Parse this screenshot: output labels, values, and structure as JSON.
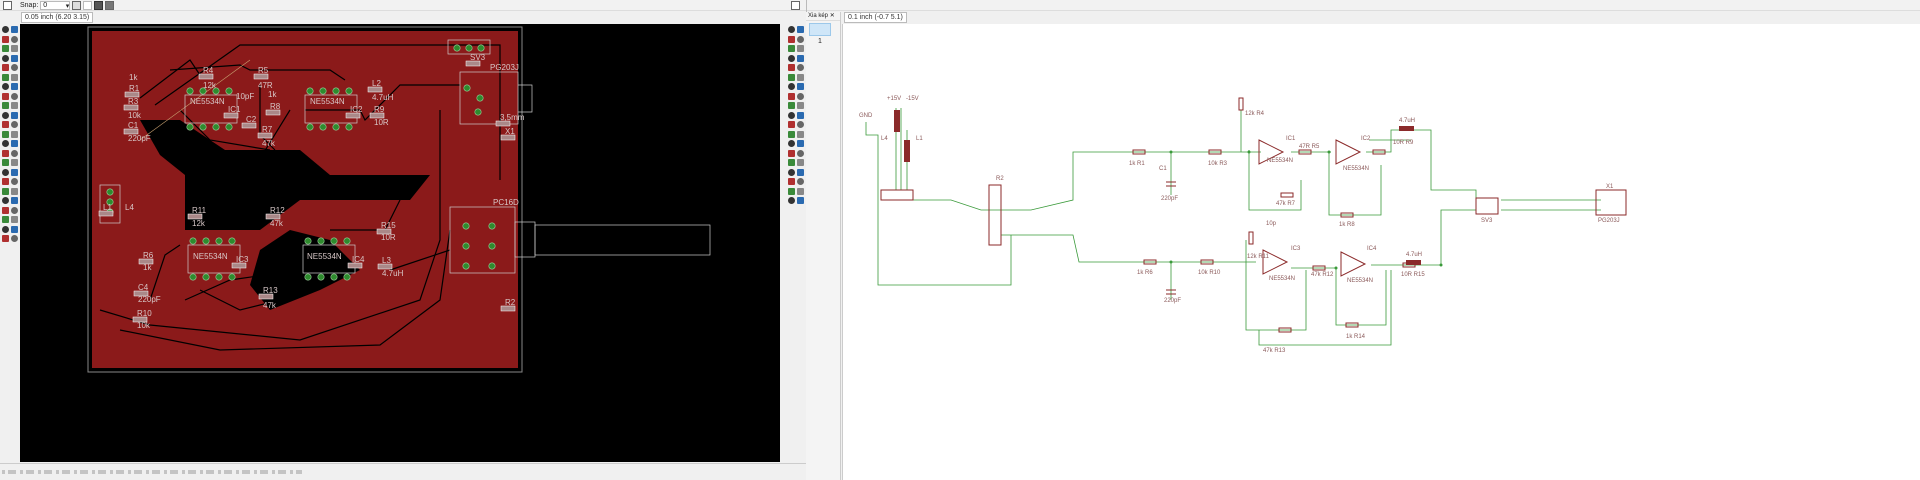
{
  "toolbar": {
    "snap_label": "Snap:",
    "snap_value": "0"
  },
  "pcb": {
    "coord_readout": "0.05 inch (6.20 3.15)",
    "parts": [
      {
        "name": "R4",
        "value": "12k"
      },
      {
        "name": "R5",
        "value": "47R"
      },
      {
        "name": "R1",
        "value": "1k"
      },
      {
        "name": "R3",
        "value": "10k"
      },
      {
        "name": "C1",
        "value": "220pF"
      },
      {
        "name": "IC1",
        "value": "NE5534N"
      },
      {
        "name": "C2",
        "value": "10pF"
      },
      {
        "name": "R8",
        "value": "1k"
      },
      {
        "name": "R7",
        "value": "47k"
      },
      {
        "name": "IC2",
        "value": "NE5534N"
      },
      {
        "name": "L2",
        "value": "4.7uH"
      },
      {
        "name": "R9",
        "value": "10R"
      },
      {
        "name": "SV3",
        "value": ""
      },
      {
        "name": "X1",
        "value": "PG203J"
      },
      {
        "name": "3,5mm",
        "value": ""
      },
      {
        "name": "R2",
        "value": "PC16D"
      },
      {
        "name": "R11",
        "value": "12k"
      },
      {
        "name": "R12",
        "value": "47k"
      },
      {
        "name": "IC3",
        "value": "NE5534N"
      },
      {
        "name": "IC4",
        "value": "NE5534N"
      },
      {
        "name": "R15",
        "value": "10R"
      },
      {
        "name": "L3",
        "value": "4.7uH"
      },
      {
        "name": "R6",
        "value": "1k"
      },
      {
        "name": "C4",
        "value": "220pF"
      },
      {
        "name": "R10",
        "value": "10k"
      },
      {
        "name": "R13",
        "value": "47k"
      },
      {
        "name": "L1",
        "value": "L4"
      }
    ]
  },
  "sheets": {
    "title": "Xia kép",
    "page": "1"
  },
  "schematic": {
    "coord_readout": "0.1 inch (-0.7 5.1)",
    "labels": {
      "gnd": "GND",
      "p15": "+15V",
      "m15": "-15V",
      "l1": "L1",
      "l4": "L4",
      "r1": "1k  R1",
      "r3": "10k  R3",
      "c1": "C1",
      "c1v": "220pF",
      "r4": "12k  R4",
      "ic1": "IC1",
      "ic1v": "NE5534N",
      "ic2": "IC2",
      "ic2v": "NE5534N",
      "r5": "47R  R5",
      "r9": "10R  R9",
      "l2": "4.7uH",
      "r7": "47k  R7",
      "c2": "10p",
      "r8": "1k  R8",
      "r6": "1k  R6",
      "r10": "10k  R10",
      "c4": "220pF",
      "r11": "12k  R11",
      "ic3": "IC3",
      "ic3v": "NE5534N",
      "ic4": "IC4",
      "ic4v": "NE5534N",
      "r12": "47k R12",
      "r15": "10R  R15",
      "l3": "4.7uH",
      "r13": "47k  R13",
      "r14": "1k  R14",
      "sv3": "SV3",
      "x1": "X1",
      "pg": "PG203J",
      "r2": "R2"
    }
  }
}
